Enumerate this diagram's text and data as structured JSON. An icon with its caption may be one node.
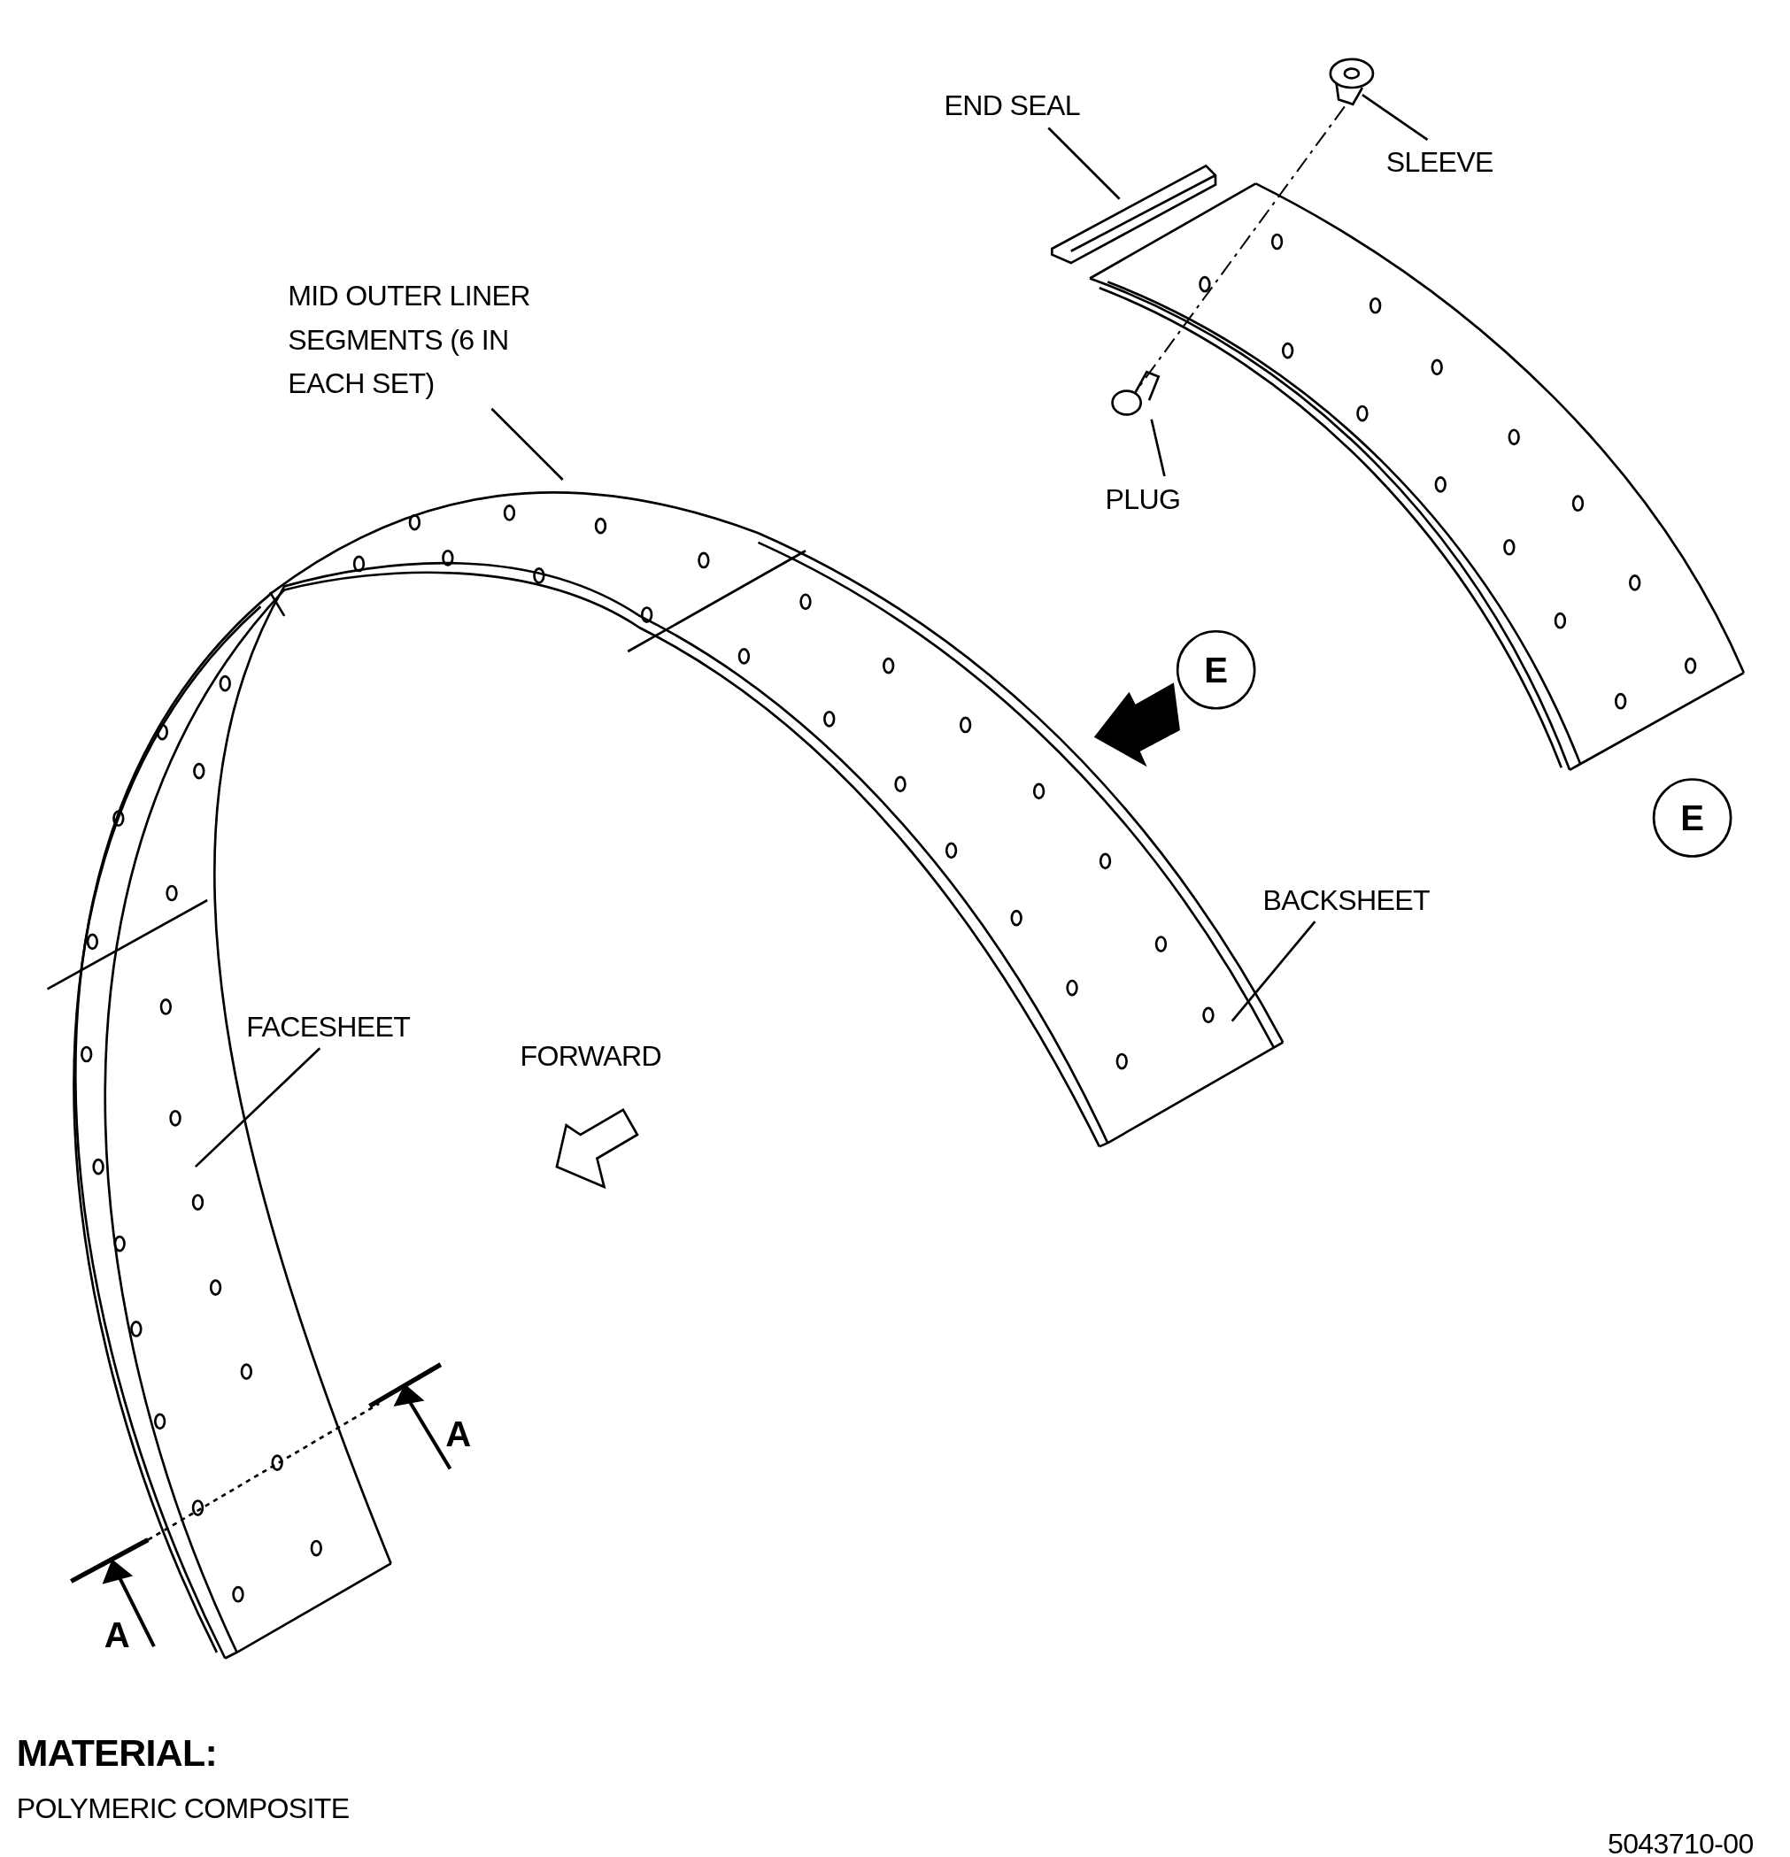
{
  "diagram": {
    "nodes": [
      {
        "text": [
          "END SEAL"
        ]
      },
      {
        "text": [
          "SLEEVE"
        ]
      },
      {
        "text": [
          "PLUG"
        ]
      },
      {
        "text": [
          "MID OUTER LINER SEGMENTS (6 IN EACH SET)"
        ]
      },
      {
        "text": [
          "BACKSHEET"
        ]
      },
      {
        "text": [
          "FACESHEET"
        ]
      },
      {
        "text": [
          "E"
        ]
      },
      {
        "text": [
          "E"
        ]
      },
      {
        "text": [],
        "shape": "picture"
      },
      {
        "text": [],
        "shape": "picture"
      }
    ],
    "edges": [
      {
        "from": 0,
        "to": null,
        "arrow": "none"
      },
      {
        "from": 1,
        "to": 8,
        "arrow": "none"
      },
      {
        "from": 2,
        "to": 9,
        "arrow": "none"
      },
      {
        "from": 3,
        "to": null,
        "arrow": "none"
      },
      {
        "from": 4,
        "to": null,
        "arrow": "none"
      },
      {
        "from": 5,
        "to": null,
        "arrow": "none"
      },
      {
        "from": 8,
        "to": 9,
        "arrow": "none",
        "style": "dashed"
      },
      {
        "from": 6,
        "to": null,
        "arrow": "to"
      }
    ],
    "labels": [
      "FORWARD",
      "A",
      "A",
      "MATERIAL:",
      "POLYMERIC COMPOSITE",
      "5043710-00"
    ]
  }
}
